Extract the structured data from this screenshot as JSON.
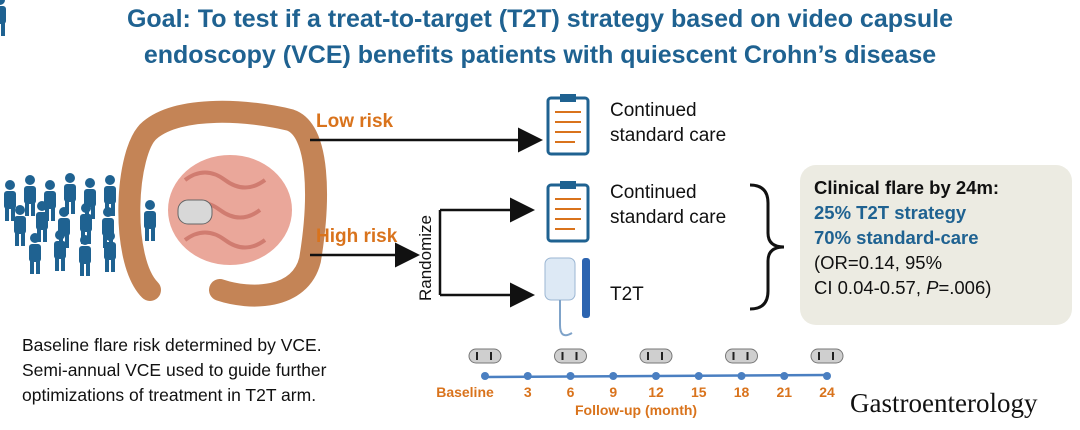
{
  "title": {
    "line1": "Goal: To test if a treat-to-target (T2T) strategy based on video capsule",
    "line2": "endoscopy (VCE) benefits patients with quiescent Crohn’s disease"
  },
  "flow": {
    "low_risk": "Low risk",
    "high_risk": "High risk",
    "randomize": "Randomize",
    "low_outcome": [
      "Continued",
      "standard care"
    ],
    "high_std": [
      "Continued",
      "standard care"
    ],
    "t2t": "T2T"
  },
  "result": {
    "heading": "Clinical flare by 24m:",
    "t2t": "25% T2T strategy",
    "std": "70% standard-care",
    "stats1": "(OR=0.14, 95%",
    "stats2_pre": "CI 0.04-0.57, ",
    "stats2_p": "P",
    "stats2_post": "=.006)"
  },
  "note": [
    "Baseline flare risk determined by VCE.",
    "Semi-annual VCE used to guide further",
    "optimizations of treatment in T2T arm."
  ],
  "timeline": {
    "ticks": [
      "Baseline",
      "3",
      "6",
      "9",
      "12",
      "15",
      "18",
      "21",
      "24"
    ],
    "label": "Follow-up (month)",
    "capsule_at": [
      "Baseline",
      "6",
      "12",
      "18",
      "24"
    ]
  },
  "journal": "Gastroenterology",
  "colors": {
    "title": "#1f6291",
    "orange": "#d9731c",
    "timeline": "#4a7fc1",
    "box": "#ecebe2"
  }
}
